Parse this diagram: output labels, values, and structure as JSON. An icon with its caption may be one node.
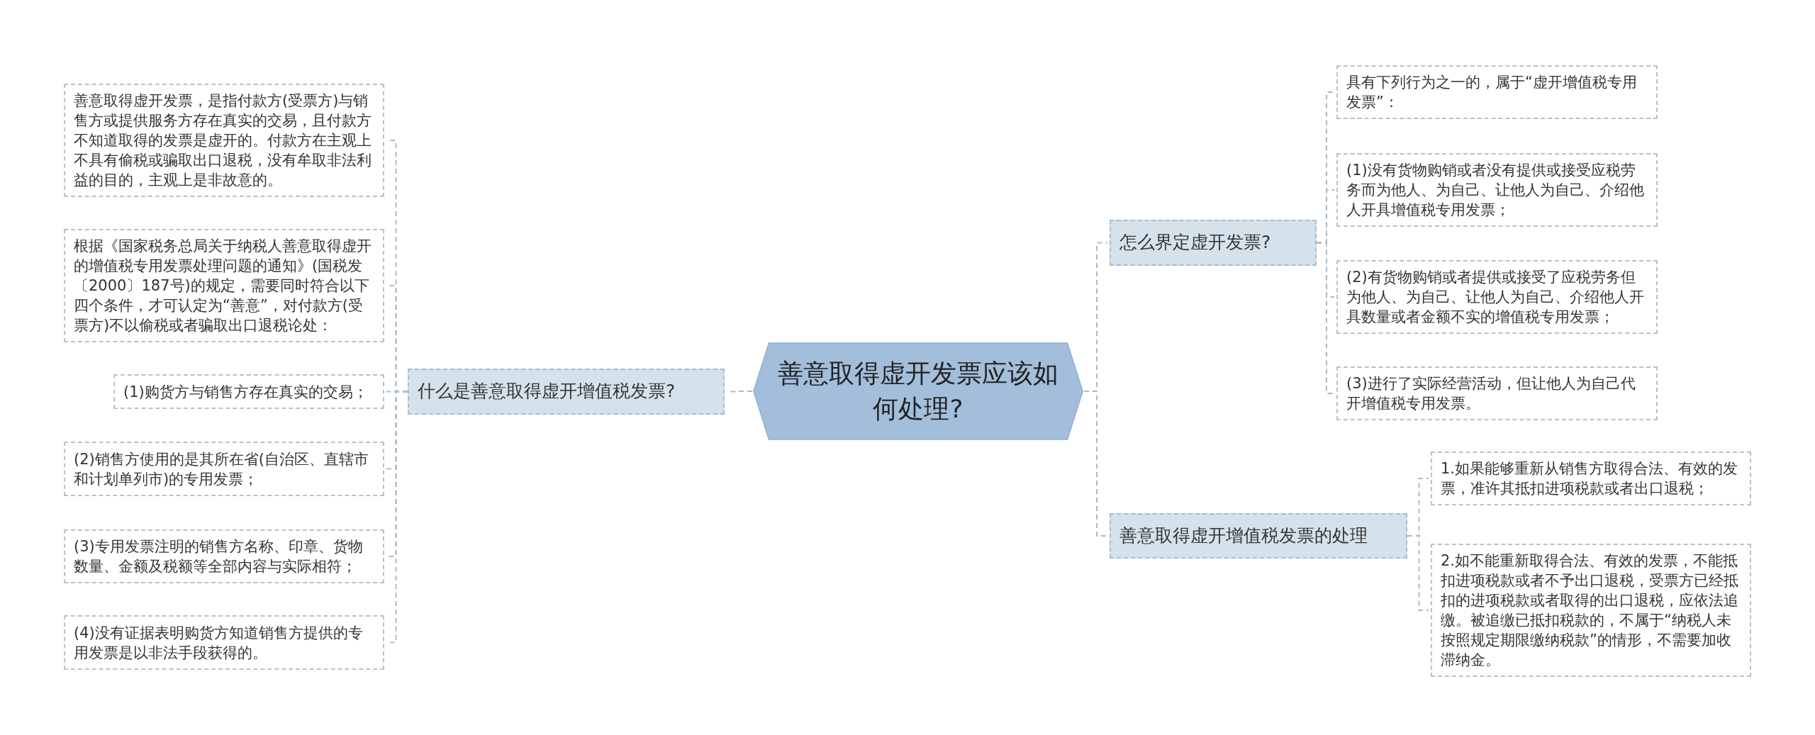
{
  "diagram": {
    "nodes": [
      {
        "text": [
          "善意取得虚开发票应该如何处理?"
        ]
      },
      {
        "text": [
          "什么是善意取得虚开增值税发票?"
        ]
      },
      {
        "text": [
          "善意取得虚开发票，是指付款方(受票方)与销售方或提供服务方存在真实的交易，且付款方不知道取得的发票是虚开的。付款方在主观上不具有偷税或骗取出口退税，没有牟取非法利益的目的，主观上是非故意的。"
        ]
      },
      {
        "text": [
          "根据《国家税务总局关于纳税人善意取得虚开的增值税专用发票处理问题的通知》(国税发〔2000〕187号)的规定，需要同时符合以下四个条件，才可认定为“善意”，对付款方(受票方)不以偷税或者骗取出口退税论处："
        ]
      },
      {
        "text": [
          "(1)购货方与销售方存在真实的交易；"
        ]
      },
      {
        "text": [
          "(2)销售方使用的是其所在省(自治区、直辖市和计划单列市)的专用发票；"
        ]
      },
      {
        "text": [
          "(3)专用发票注明的销售方名称、印章、货物数量、金额及税额等全部内容与实际相符；"
        ]
      },
      {
        "text": [
          "(4)没有证据表明购货方知道销售方提供的专用发票是以非法手段获得的。"
        ]
      },
      {
        "text": [
          "怎么界定虚开发票?"
        ]
      },
      {
        "text": [
          "具有下列行为之一的，属于“虚开增值税专用发票”："
        ]
      },
      {
        "text": [
          "(1)没有货物购销或者没有提供或接受应税劳务而为他人、为自己、让他人为自己、介绍他人开具增值税专用发票；"
        ]
      },
      {
        "text": [
          "(2)有货物购销或者提供或接受了应税劳务但为他人、为自己、让他人为自己、介绍他人开具数量或者金额不实的增值税专用发票；"
        ]
      },
      {
        "text": [
          "(3)进行了实际经营活动，但让他人为自己代开增值税专用发票。"
        ]
      },
      {
        "text": [
          "善意取得虚开增值税发票的处理"
        ]
      },
      {
        "text": [
          "1.如果能够重新从销售方取得合法、有效的发票，准许其抵扣进项税款或者出口退税；"
        ]
      },
      {
        "text": [
          "2.如不能重新取得合法、有效的发票，不能抵扣进项税款或者不予出口退税，受票方已经抵扣的进项税款或者取得的出口退税，应依法追缴。被追缴已抵扣税款的，不属于“纳税人未按照规定期限缴纳税款”的情形，不需要加收滞纳金。"
        ]
      }
    ],
    "edges": [
      {
        "from": 0,
        "to": 1,
        "arrow": "none"
      },
      {
        "from": 1,
        "to": 2,
        "arrow": "none"
      },
      {
        "from": 1,
        "to": 3,
        "arrow": "none"
      },
      {
        "from": 1,
        "to": 4,
        "arrow": "none"
      },
      {
        "from": 1,
        "to": 5,
        "arrow": "none"
      },
      {
        "from": 1,
        "to": 6,
        "arrow": "none"
      },
      {
        "from": 1,
        "to": 7,
        "arrow": "none"
      },
      {
        "from": 0,
        "to": 8,
        "arrow": "none"
      },
      {
        "from": 8,
        "to": 9,
        "arrow": "none"
      },
      {
        "from": 8,
        "to": 10,
        "arrow": "none"
      },
      {
        "from": 8,
        "to": 11,
        "arrow": "none"
      },
      {
        "from": 8,
        "to": 12,
        "arrow": "none"
      },
      {
        "from": 0,
        "to": 13,
        "arrow": "none"
      },
      {
        "from": 13,
        "to": 14,
        "arrow": "none"
      },
      {
        "from": 13,
        "to": 15,
        "arrow": "none"
      }
    ]
  }
}
